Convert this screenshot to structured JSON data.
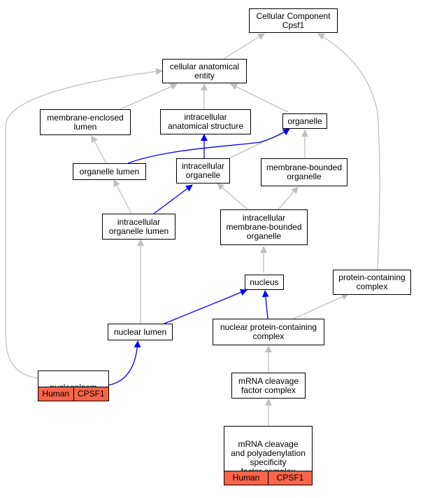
{
  "colors": {
    "edge_gray": "#c0c0c0",
    "edge_blue": "#0000ff",
    "tag_fill": "#fa6448"
  },
  "nodes": {
    "cellular_component": {
      "label": "Cellular Component\nCpsf1"
    },
    "cellular_anatomical_entity": {
      "label": "cellular anatomical\nentity"
    },
    "membrane_enclosed_lumen": {
      "label": "membrane-enclosed\nlumen"
    },
    "intracellular_anatomical_structure": {
      "label": "intracellular\nanatomical structure"
    },
    "organelle": {
      "label": "organelle"
    },
    "organelle_lumen": {
      "label": "organelle lumen"
    },
    "intracellular_organelle": {
      "label": "intracellular\norganelle"
    },
    "membrane_bounded_organelle": {
      "label": "membrane-bounded\norganelle"
    },
    "intracellular_organelle_lumen": {
      "label": "intracellular\norganelle lumen"
    },
    "intracellular_membrane_bounded_organelle": {
      "label": "intracellular\nmembrane-bounded\norganelle"
    },
    "nucleus": {
      "label": "nucleus"
    },
    "protein_containing_complex": {
      "label": "protein-containing\ncomplex"
    },
    "nuclear_lumen": {
      "label": "nuclear lumen"
    },
    "nuclear_protein_containing_complex": {
      "label": "nuclear protein-containing\ncomplex"
    },
    "nucleoplasm": {
      "label": "nucleoplasm",
      "tags": [
        "Human",
        "CPSF1"
      ]
    },
    "mrna_cleavage_factor_complex": {
      "label": "mRNA cleavage\nfactor complex"
    },
    "cpsf_complex": {
      "label": "mRNA cleavage\nand polyadenylation\nspecificity\nfactor complex",
      "tags": [
        "Human",
        "CPSF1"
      ]
    }
  }
}
